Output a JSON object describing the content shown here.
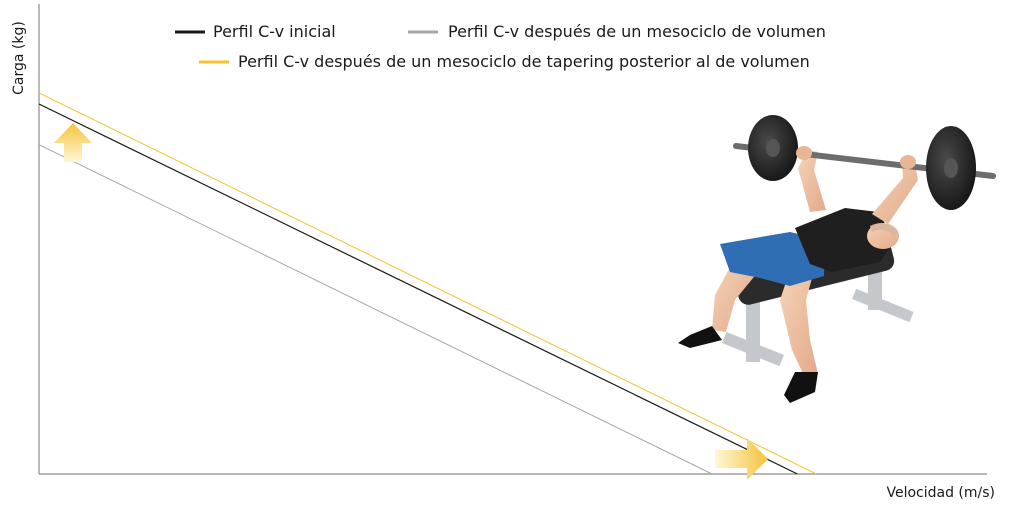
{
  "chart_data": {
    "type": "line",
    "title": "",
    "xlabel": "Velocidad (m/s)",
    "ylabel": "Carga (kg)",
    "xlim": [
      0,
      1
    ],
    "ylim": [
      0,
      1
    ],
    "legend_position": "top",
    "grid": false,
    "series": [
      {
        "name": "Perfil C-v inicial",
        "color": "#1a1a1a",
        "x": [
          0,
          0.8
        ],
        "y": [
          1.0,
          0.0
        ]
      },
      {
        "name": "Perfil C-v después de un mesociclo de volumen",
        "color": "#a6a6a6",
        "x": [
          0,
          0.71
        ],
        "y": [
          0.89,
          0.0
        ]
      },
      {
        "name": "Perfil C-v después de un mesociclo de tapering posterior al de volumen",
        "color": "#f2c431",
        "x": [
          0,
          0.82
        ],
        "y": [
          1.03,
          0.0
        ]
      }
    ],
    "annotations": [
      {
        "icon": "up-arrow-icon",
        "color": "#f7c948"
      },
      {
        "icon": "right-arrow-icon",
        "color": "#f7c948"
      },
      {
        "icon": "bench-press-athlete-icon"
      }
    ]
  }
}
